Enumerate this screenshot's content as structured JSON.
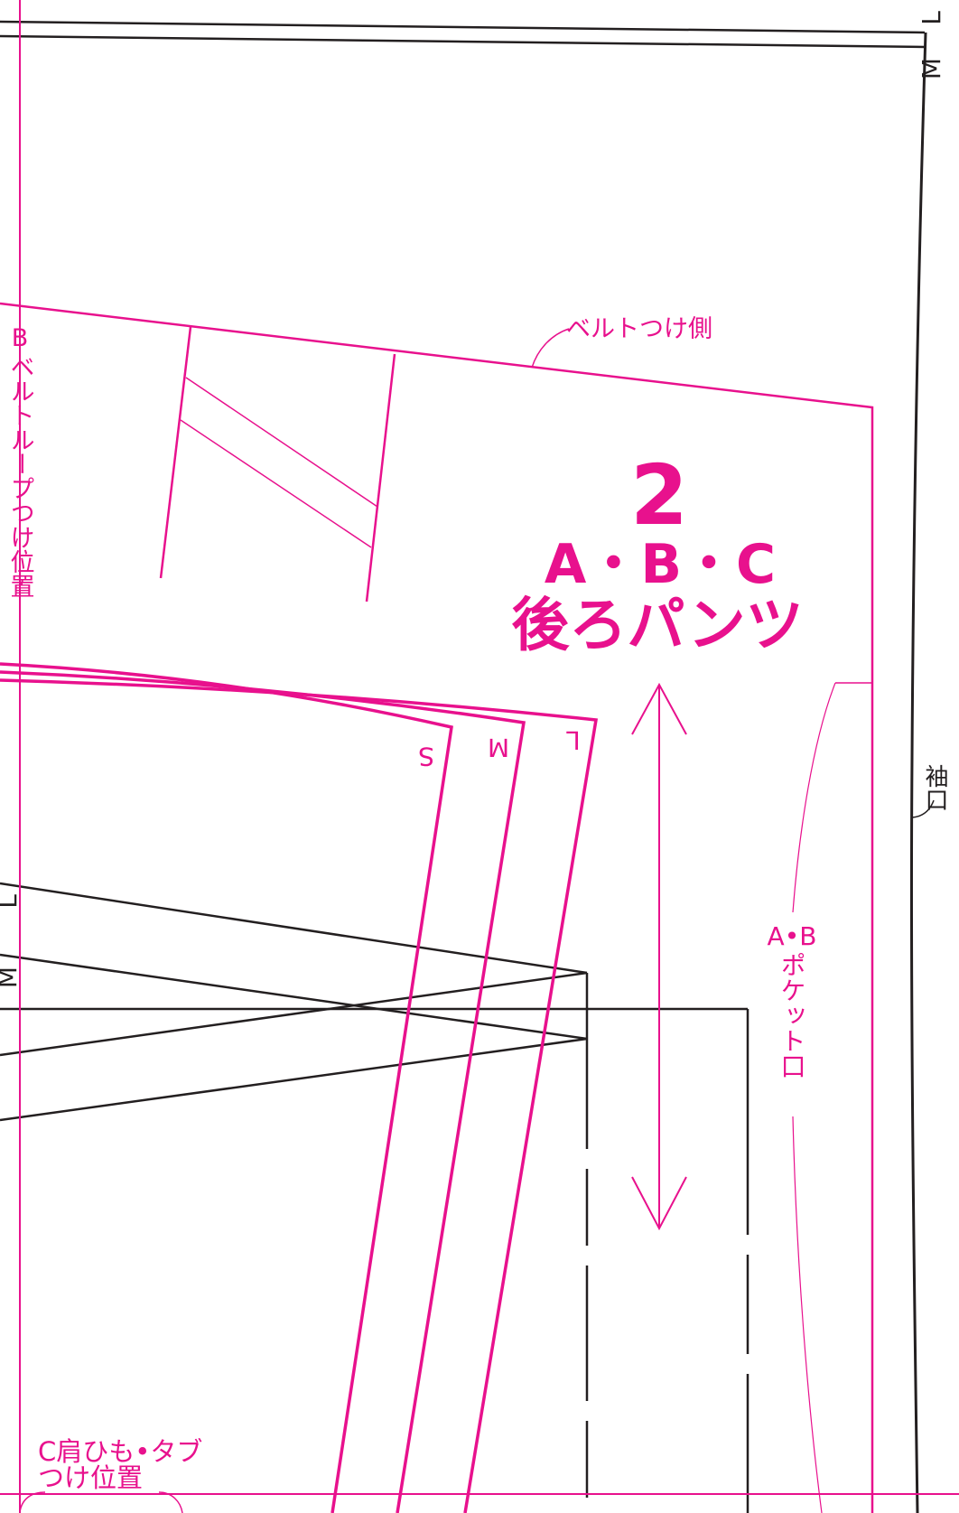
{
  "colors": {
    "accent": "#e8118d",
    "ink": "#231f20",
    "paper": "#ffffff"
  },
  "piece": {
    "number": "2",
    "variants": "A・B・C",
    "name": "後ろパンツ"
  },
  "labels": {
    "belt_side": "ベルトつけ側",
    "belt_loop_b": "B",
    "belt_loop_text": "ベルトループつけ位置",
    "cuff": "袖口",
    "pocket_variants": "A•B",
    "pocket_text": "ポケット口",
    "strap_line1": "C肩ひも•タブ",
    "strap_line2": "つけ位置"
  },
  "size_marks": {
    "top_right": [
      "L",
      "M"
    ],
    "left": [
      "L",
      "M"
    ],
    "pattern": [
      "S",
      "M",
      "L"
    ]
  }
}
